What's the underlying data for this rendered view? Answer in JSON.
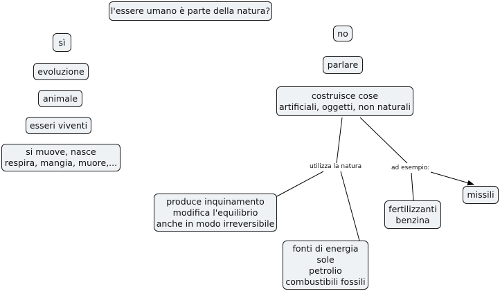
{
  "diagram": {
    "root": [
      "l'essere umano è parte della natura?"
    ],
    "yes_branch": {
      "answer": [
        "sì"
      ],
      "evolution": [
        "evoluzione"
      ],
      "animal": [
        "animale"
      ],
      "living_beings": [
        "esseri viventi"
      ],
      "life_actions": [
        "si muove, nasce",
        "respira, mangia, muore,..."
      ]
    },
    "no_branch": {
      "answer": [
        "no"
      ],
      "speaking": [
        "parlare"
      ],
      "builds": [
        "costruisce cose",
        "artificiali, oggetti, non naturali"
      ],
      "pollution": [
        "produce inquinamento",
        "modifica l'equilibrio",
        "anche in modo irreversibile"
      ],
      "energy": [
        "fonti di energia",
        "sole",
        "petrolio",
        "combustibili fossili"
      ],
      "fertilizers": [
        "fertilizzanti",
        "benzina"
      ],
      "missiles": [
        "missili"
      ]
    },
    "link_labels": {
      "uses_nature": "utilizza la natura",
      "for_example": "ad esempio:"
    }
  }
}
